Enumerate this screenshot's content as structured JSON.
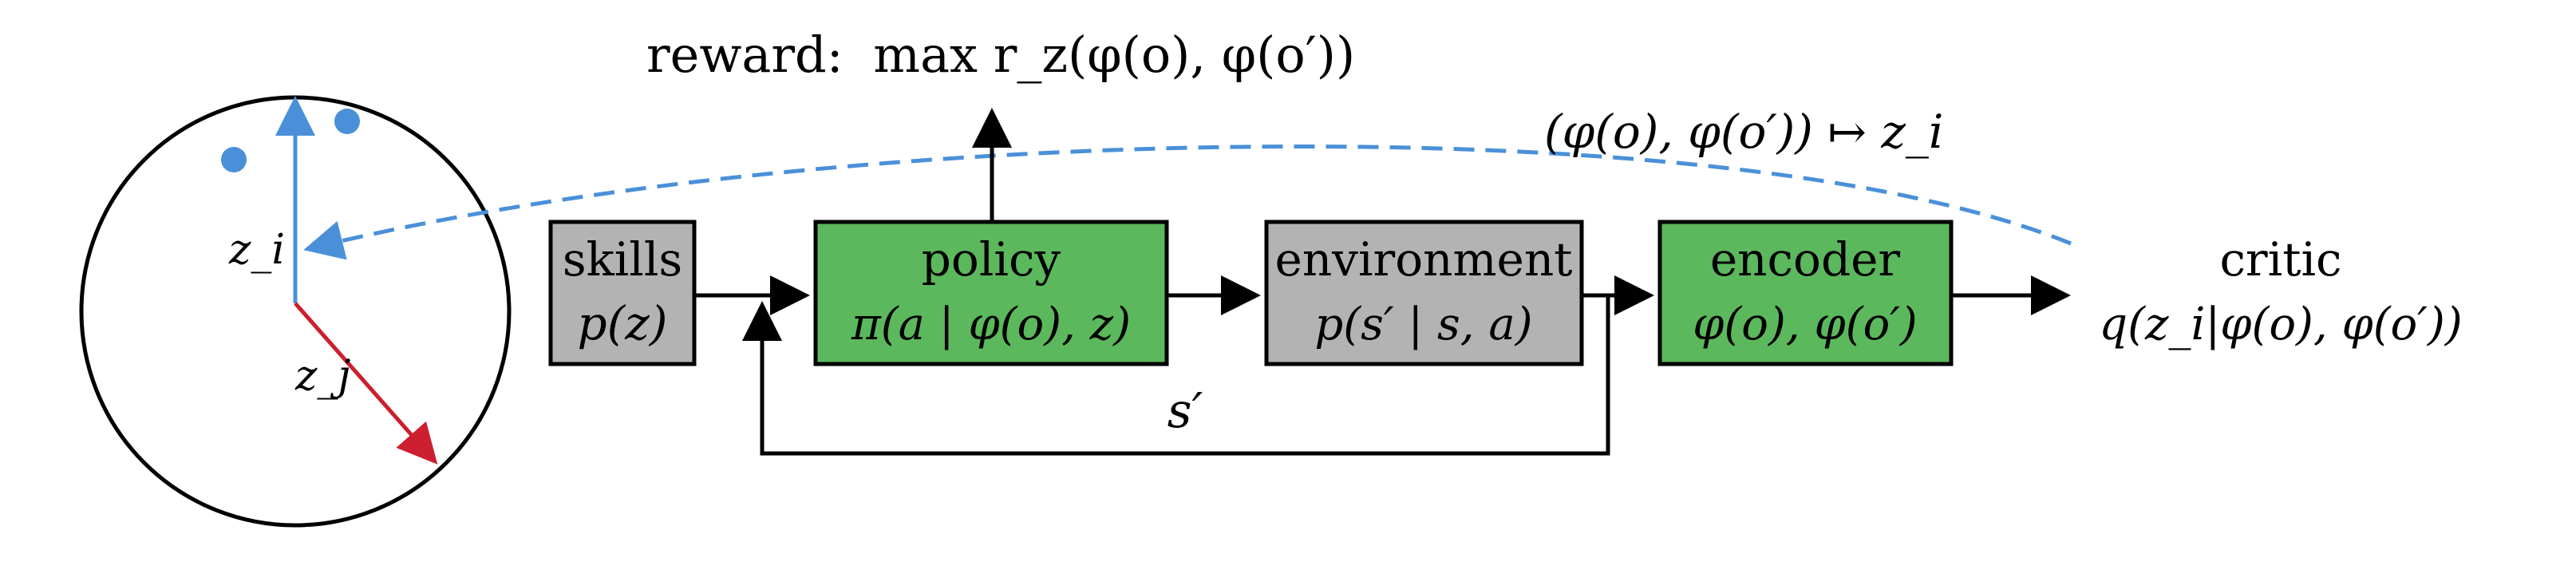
{
  "colors": {
    "green_box": "#5cb85c",
    "gray_box": "#b3b3b3",
    "blue": "#4a90d9",
    "red": "#cc1f2f",
    "black": "#000000"
  },
  "reward": {
    "prefix": "reward:",
    "expr": "max r_z(φ(o), φ(o′))"
  },
  "blue_mapping": "(φ(o), φ(o′)) ↦ z_i",
  "circle": {
    "zi_label": "z_i",
    "zj_label": "z_j"
  },
  "boxes": {
    "skills": {
      "title": "skills",
      "expr": "p(z)"
    },
    "policy": {
      "title": "policy",
      "expr": "π(a | φ(o), z)"
    },
    "environment": {
      "title": "environment",
      "expr": "p(s′ | s, a)"
    },
    "encoder": {
      "title": "encoder",
      "expr": "φ(o), φ(o′)"
    }
  },
  "critic": {
    "title": "critic",
    "expr": "q(z_i|φ(o), φ(o′))"
  },
  "feedback_label": "s′",
  "icons": [
    "arrow-head",
    "dot-marker"
  ]
}
